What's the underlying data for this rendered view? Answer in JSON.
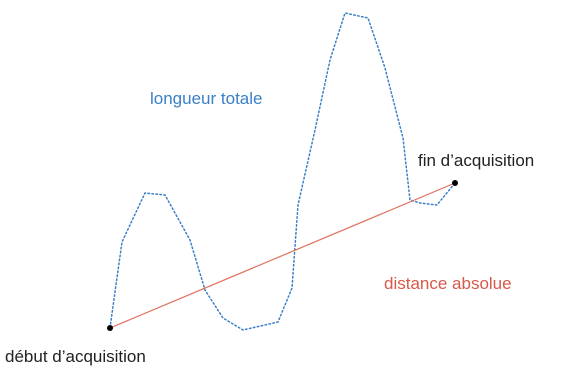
{
  "labels": {
    "total_length": "longueur totale",
    "end": "fin d’acquisition",
    "absolute_distance": "distance absolue",
    "start": "début d’acquisition"
  },
  "colors": {
    "path": "#3a7fc8",
    "total_length_text": "#3a7fc8",
    "absolute_line": "#e0705e",
    "absolute_text": "#d65a4a",
    "point_text": "#222222",
    "point": "#000000"
  }
}
